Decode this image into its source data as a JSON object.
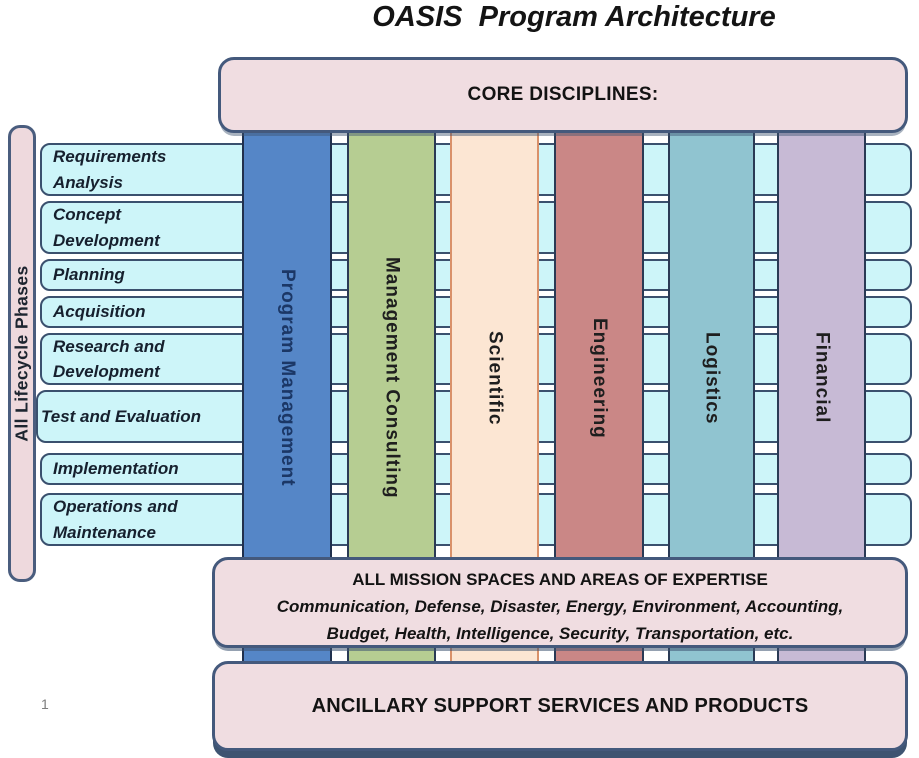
{
  "title": "OASIS  Program Architecture",
  "page_number": "1",
  "core_box": {
    "label": "CORE DISCIPLINES:"
  },
  "sidebar": {
    "label": "All Lifecycle Phases"
  },
  "lifecycle_phases": [
    "Requirements\nAnalysis",
    "Concept\nDevelopment",
    "Planning",
    "Acquisition",
    "Research and\nDevelopment",
    "Test and Evaluation",
    "Implementation",
    "Operations and\nMaintenance"
  ],
  "disciplines": [
    {
      "label": "Program Management",
      "color": "#5586c7",
      "text_color": "#1b3766"
    },
    {
      "label": "Management Consulting",
      "color": "#b6cd92",
      "text_color": "#1e1e1e"
    },
    {
      "label": "Scientific",
      "color": "#fce6d3",
      "border_color": "#d9916a",
      "text_color": "#1e1e1e"
    },
    {
      "label": "Engineering",
      "color": "#ca8786",
      "text_color": "#1e1e1e"
    },
    {
      "label": "Logistics",
      "color": "#90c4d0",
      "text_color": "#1e1e1e"
    },
    {
      "label": "Financial",
      "color": "#c7bad5",
      "text_color": "#1e1e1e"
    }
  ],
  "mission_box": {
    "heading": "ALL MISSION SPACES AND AREAS OF EXPERTISE",
    "line1": "Communication, Defense, Disaster, Energy, Environment, Accounting,",
    "line2": "Budget, Health, Intelligence, Security, Transportation, etc."
  },
  "ancillary_box": {
    "label": "ANCILLARY SUPPORT SERVICES AND PRODUCTS"
  },
  "colors": {
    "row_fill": "#cdf5f9",
    "box_fill": "#f0dde1",
    "sidebar_fill": "#eed9dd",
    "border_dark": "#44597c"
  }
}
